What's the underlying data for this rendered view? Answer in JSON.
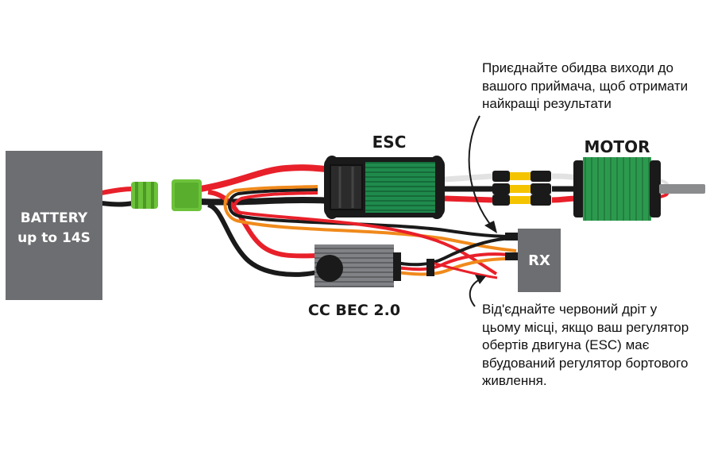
{
  "labels": {
    "battery_line1": "BATTERY",
    "battery_line2": "up to 14S",
    "esc": "ESC",
    "motor": "MOTOR",
    "bec": "CC BEC 2.0",
    "rx": "RX"
  },
  "notes": {
    "top": "Приєднайте обидва виходи до\nвашого приймача, щоб отримати\nнайкращі результати",
    "bottom": "Від'єднайте червоний дріт у\nцьому місці, якщо ваш регулятор\nобертів двигуна (ESC) має\nвбудований регулятор бортового\nживлення."
  },
  "colors": {
    "wire_red": "#e8202a",
    "wire_black": "#1a1a1a",
    "wire_orange": "#f08a1c",
    "wire_white": "#e2e2e2",
    "battery_gray": "#6d6e71",
    "rx_gray": "#6d6e71",
    "connector_green": "#6cc23a",
    "esc_green": "#1f8a4c",
    "motor_green": "#2c9a4e",
    "bullet_yellow": "#f5c400"
  }
}
